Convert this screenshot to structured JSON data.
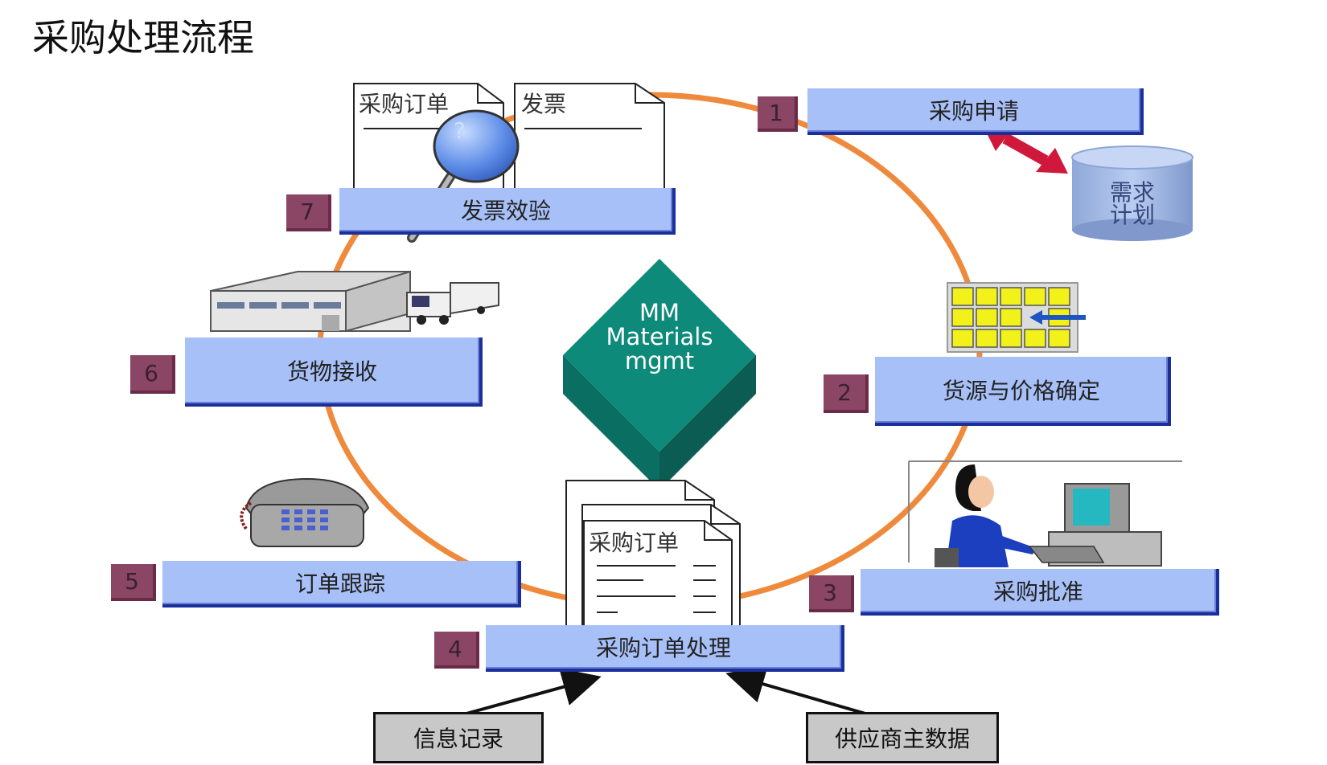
{
  "title": "采购处理流程",
  "center": {
    "line1": "MM",
    "line2": "Materials",
    "line3": "mgmt"
  },
  "steps": [
    {
      "num": "1",
      "label": "采购申请"
    },
    {
      "num": "2",
      "label": "货源与价格确定"
    },
    {
      "num": "3",
      "label": "采购批准"
    },
    {
      "num": "4",
      "label": "采购订单处理"
    },
    {
      "num": "5",
      "label": "订单跟踪"
    },
    {
      "num": "6",
      "label": "货物接收"
    },
    {
      "num": "7",
      "label": "发票效验"
    }
  ],
  "demand_plan": {
    "line1": "需求",
    "line2": "计划"
  },
  "documents": {
    "po_top": "采购订单",
    "invoice": "发票",
    "po_bottom": "采购订单",
    "question_mark": "?"
  },
  "inputs": {
    "info_record": "信息记录",
    "vendor_master": "供应商主数据"
  },
  "colors": {
    "step_bar": "#a8c0f8",
    "step_border": "#1a2f9a",
    "step_num": "#8a4664",
    "cycle": "#ef8a3c",
    "center_cube": "#0e8a7a",
    "arrow_red": "#d0183a"
  }
}
